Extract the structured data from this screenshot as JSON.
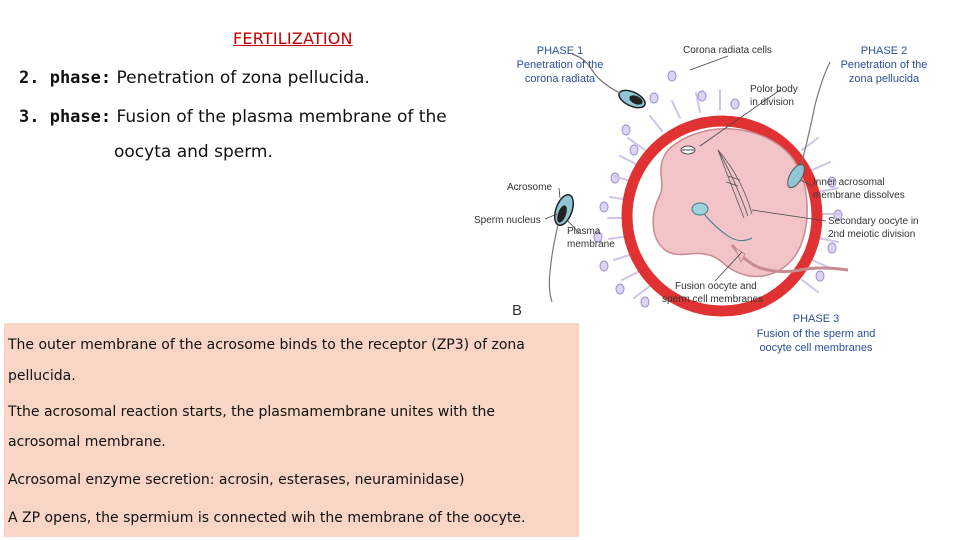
{
  "slide": {
    "title": "FERTILIZATION",
    "phase2": {
      "num": "2. phase:",
      "text": " Penetration of zona pellucida."
    },
    "phase3": {
      "num": "3. phase:",
      "text": " Fusion of the plasma membrane of the",
      "cont": "oocyta and sperm."
    }
  },
  "notes": {
    "l1": "The outer membrane of the acrosome binds to the receptor (ZP3) of  zona",
    "l2": "pellucida.",
    "l3": "Tthe acrosomal reaction starts, the  plasmamembrane unites with the",
    "l4": "acrosomal membrane.",
    "l5": "Acrosomal enzyme secretion: acrosin, esterases, neuraminidase)",
    "l6": "A ZP opens, the spermium  is connected wih the membrane of the   oocyte."
  },
  "diagram": {
    "phase1_title": "PHASE 1",
    "phase1_l1": "Penetration of the",
    "phase1_l2": "corona radiata",
    "corona": "Corona radiata cells",
    "phase2_title": "PHASE 2",
    "phase2_l1": "Penetration of the",
    "phase2_l2": "zona pellucida",
    "polar_l1": "Polor body",
    "polar_l2": "in division",
    "acrosome": "Acrosome",
    "sperm_nucleus": "Sperm nucleus",
    "plasma_l1": "Plasma",
    "plasma_l2": "membrane",
    "inner_l1": "Inner acrosomal",
    "inner_l2": "membrane dissolves",
    "secondary_l1": "Secondary oocyte in",
    "secondary_l2": "2nd meiotic division",
    "fusion_l1": "Fusion oocyte and",
    "fusion_l2": "sperm cell membranes",
    "phase3_title": "PHASE 3",
    "phase3_l1": "Fusion of the sperm and",
    "phase3_l2": "oocyte cell membranes",
    "panel_letter": "B",
    "colors": {
      "label_blue": "#2a4f9a",
      "zona_red": "#e03232",
      "ooplasm": "#f2c4c8",
      "corona": "#cfc3ea"
    }
  }
}
